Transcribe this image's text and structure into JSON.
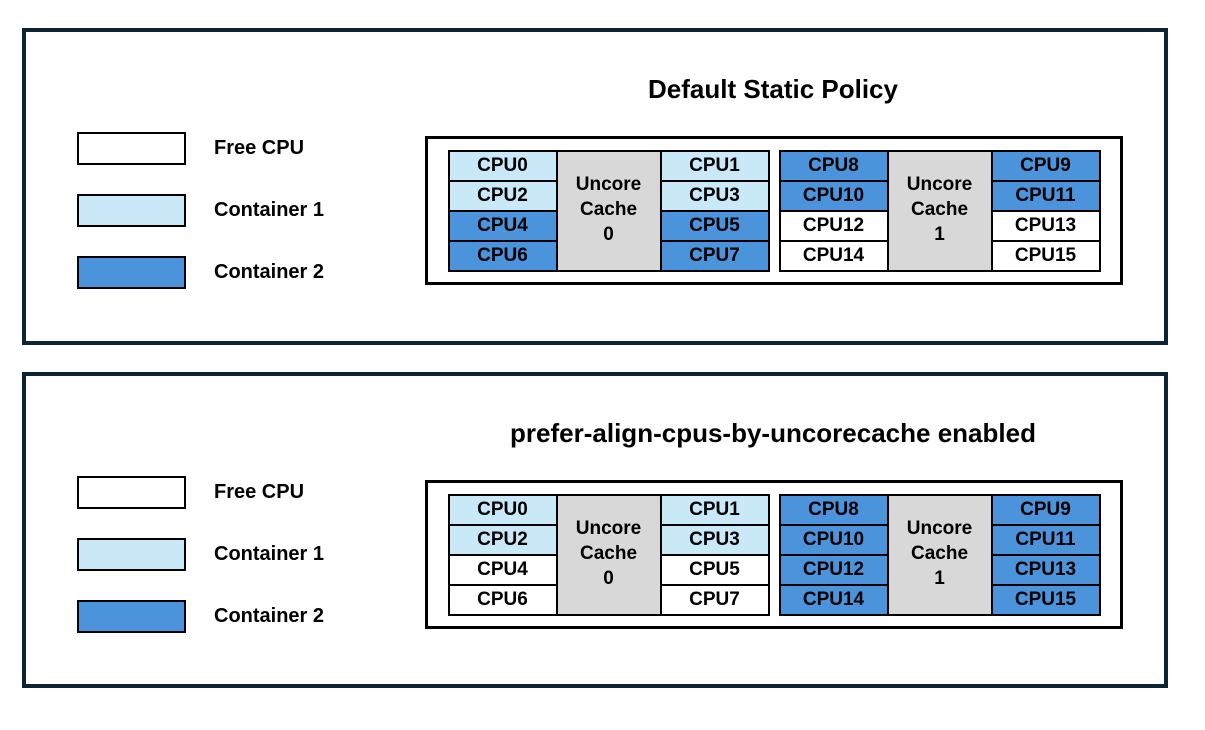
{
  "colors": {
    "free": "#ffffff",
    "container1": "#c9e8f8",
    "container2": "#4b93da",
    "cache_fill": "#d8d8d8",
    "panel_border": "#0d2433",
    "cell_border": "#000000",
    "text": "#000000"
  },
  "legend": {
    "items": [
      {
        "label": "Free CPU",
        "state": "free"
      },
      {
        "label": "Container 1",
        "state": "container1"
      },
      {
        "label": "Container 2",
        "state": "container2"
      }
    ]
  },
  "panels": [
    {
      "title": "Default Static Policy",
      "caches": [
        {
          "label_lines": [
            "Uncore",
            "Cache",
            "0"
          ],
          "left": [
            {
              "label": "CPU0",
              "state": "container1"
            },
            {
              "label": "CPU2",
              "state": "container1"
            },
            {
              "label": "CPU4",
              "state": "container2"
            },
            {
              "label": "CPU6",
              "state": "container2"
            }
          ],
          "right": [
            {
              "label": "CPU1",
              "state": "container1"
            },
            {
              "label": "CPU3",
              "state": "container1"
            },
            {
              "label": "CPU5",
              "state": "container2"
            },
            {
              "label": "CPU7",
              "state": "container2"
            }
          ]
        },
        {
          "label_lines": [
            "Uncore",
            "Cache",
            "1"
          ],
          "left": [
            {
              "label": "CPU8",
              "state": "container2"
            },
            {
              "label": "CPU10",
              "state": "container2"
            },
            {
              "label": "CPU12",
              "state": "free"
            },
            {
              "label": "CPU14",
              "state": "free"
            }
          ],
          "right": [
            {
              "label": "CPU9",
              "state": "container2"
            },
            {
              "label": "CPU11",
              "state": "container2"
            },
            {
              "label": "CPU13",
              "state": "free"
            },
            {
              "label": "CPU15",
              "state": "free"
            }
          ]
        }
      ]
    },
    {
      "title": "prefer-align-cpus-by-uncorecache enabled",
      "caches": [
        {
          "label_lines": [
            "Uncore",
            "Cache",
            "0"
          ],
          "left": [
            {
              "label": "CPU0",
              "state": "container1"
            },
            {
              "label": "CPU2",
              "state": "container1"
            },
            {
              "label": "CPU4",
              "state": "free"
            },
            {
              "label": "CPU6",
              "state": "free"
            }
          ],
          "right": [
            {
              "label": "CPU1",
              "state": "container1"
            },
            {
              "label": "CPU3",
              "state": "container1"
            },
            {
              "label": "CPU5",
              "state": "free"
            },
            {
              "label": "CPU7",
              "state": "free"
            }
          ]
        },
        {
          "label_lines": [
            "Uncore",
            "Cache",
            "1"
          ],
          "left": [
            {
              "label": "CPU8",
              "state": "container2"
            },
            {
              "label": "CPU10",
              "state": "container2"
            },
            {
              "label": "CPU12",
              "state": "container2"
            },
            {
              "label": "CPU14",
              "state": "container2"
            }
          ],
          "right": [
            {
              "label": "CPU9",
              "state": "container2"
            },
            {
              "label": "CPU11",
              "state": "container2"
            },
            {
              "label": "CPU13",
              "state": "container2"
            },
            {
              "label": "CPU15",
              "state": "container2"
            }
          ]
        }
      ]
    }
  ]
}
